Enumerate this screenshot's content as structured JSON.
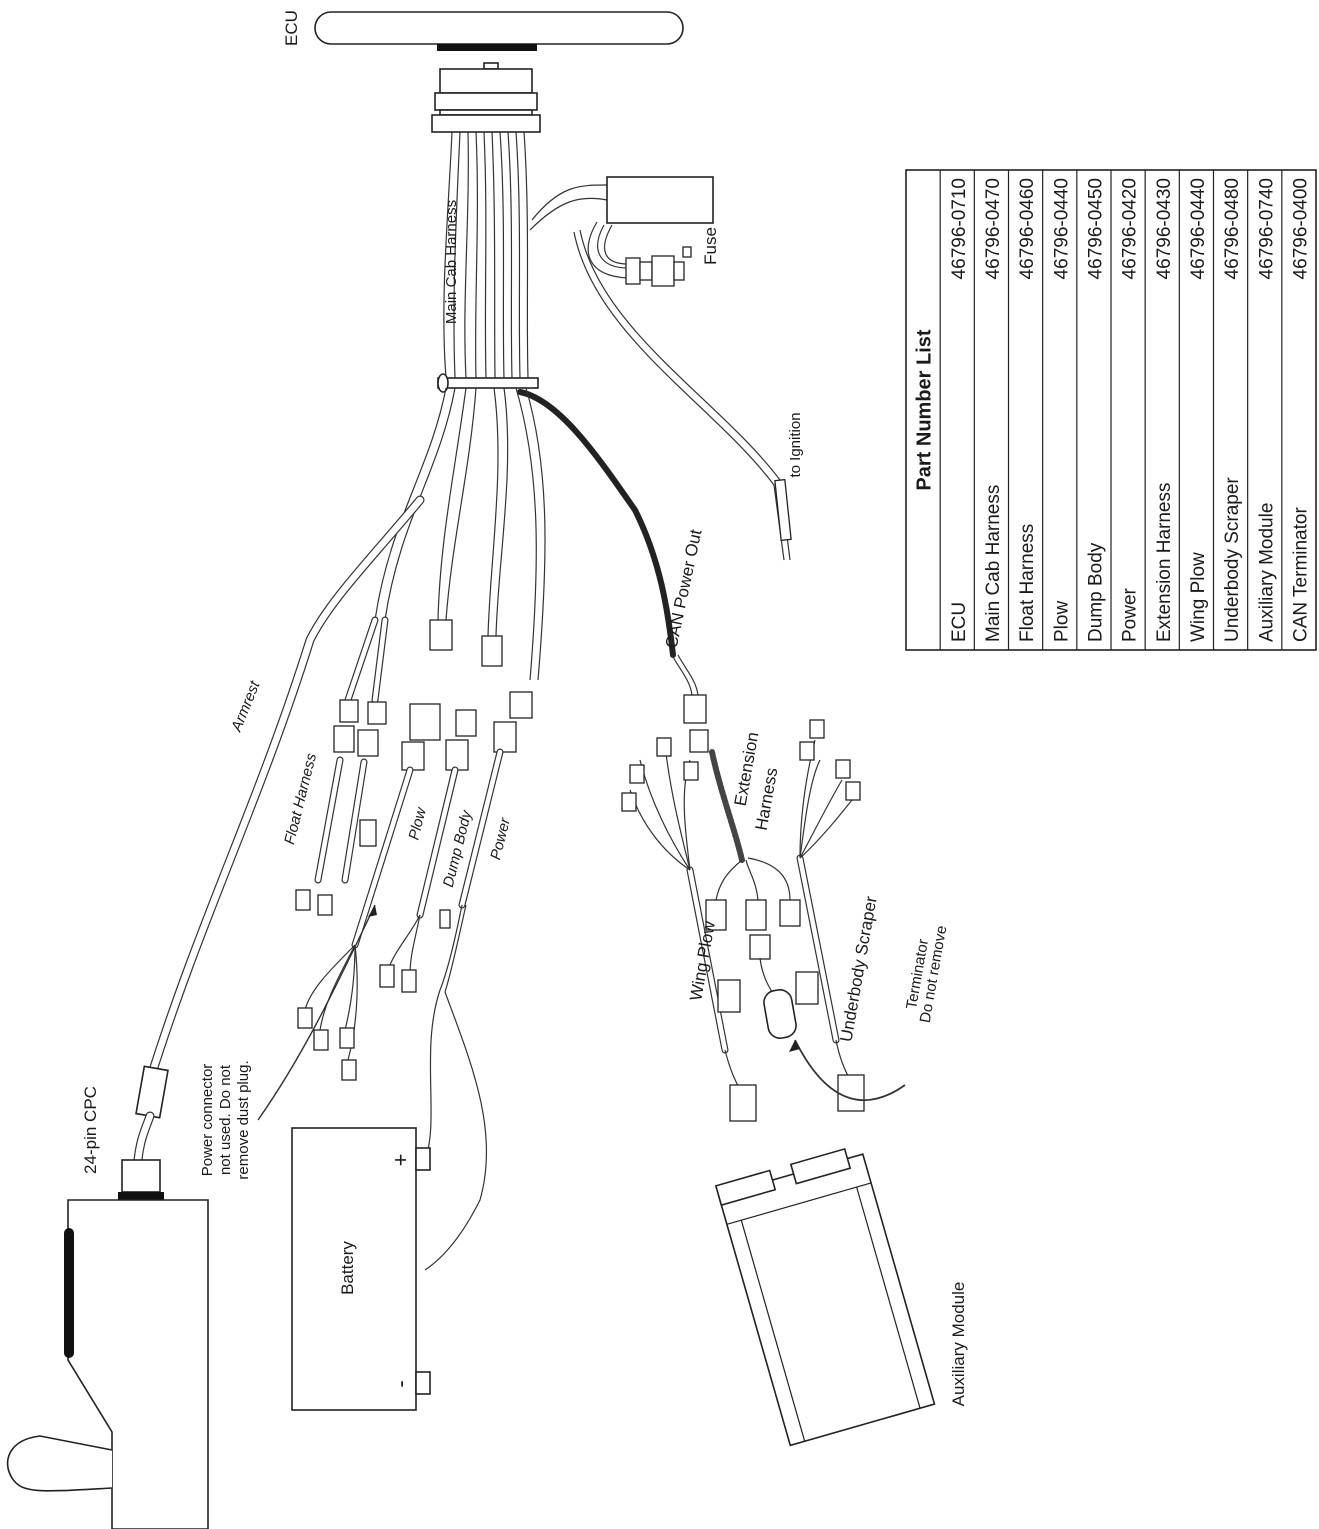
{
  "labels": {
    "ecu": "ECU",
    "main_cab_harness": "Main Cab Harness",
    "fuse": "Fuse",
    "to_ignition": "to Ignition",
    "can_power_out": "CAN Power Out",
    "extension_harness_1": "Extension",
    "extension_harness_2": "Harness",
    "armrest": "Armrest",
    "float_harness": "Float Harness",
    "plow": "Plow",
    "dump_body": "Dump Body",
    "power": "Power",
    "wing_plow": "Wing Plow",
    "underbody_scraper": "Underbody Scraper",
    "terminator_1": "Terminator",
    "terminator_2": "Do not remove",
    "power_note_1": "Power connector",
    "power_note_2": "not used. Do not",
    "power_note_3": "remove dust plug.",
    "cpc": "24-pin CPC",
    "battery": "Battery",
    "battery_plus": "+",
    "battery_minus": "-",
    "auxiliary_module": "Auxiliary Module"
  },
  "part_table": {
    "title": "Part Number List",
    "rows": [
      {
        "name": "ECU",
        "number": "46796-0710"
      },
      {
        "name": "Main Cab Harness",
        "number": "46796-0470"
      },
      {
        "name": "Float Harness",
        "number": "46796-0460"
      },
      {
        "name": "Plow",
        "number": "46796-0440"
      },
      {
        "name": "Dump Body",
        "number": "46796-0450"
      },
      {
        "name": "Power",
        "number": "46796-0420"
      },
      {
        "name": "Extension Harness",
        "number": "46796-0430"
      },
      {
        "name": "Wing Plow",
        "number": "46796-0440"
      },
      {
        "name": "Underbody Scraper",
        "number": "46796-0480"
      },
      {
        "name": "Auxiliary Module",
        "number": "46796-0740"
      },
      {
        "name": "CAN Terminator",
        "number": "46796-0400"
      }
    ]
  }
}
